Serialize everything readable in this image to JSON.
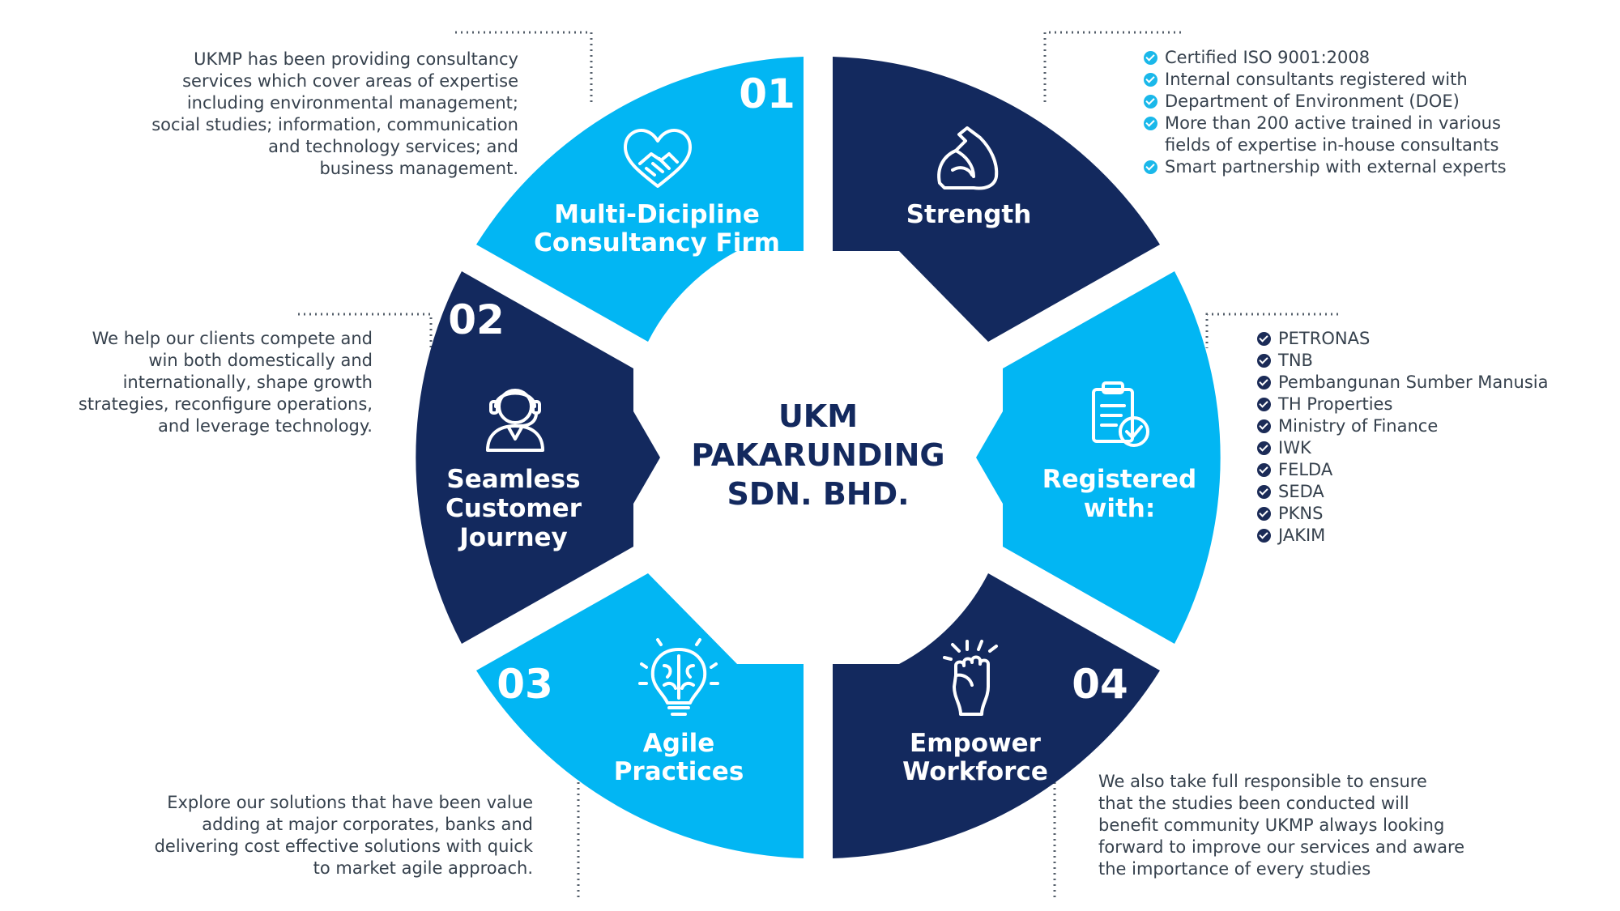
{
  "center": {
    "line1": "UKM",
    "line2": "PAKARUNDING",
    "line3": "SDN. BHD."
  },
  "colors": {
    "cyan": "#02b6f3",
    "navy": "#13295e",
    "center_text": "#13295e"
  },
  "segments": {
    "multi": {
      "number": "01",
      "title_line1": "Multi-Dicipline",
      "title_line2": "Consultancy Firm",
      "icon": "handshake-heart-icon"
    },
    "strength": {
      "title": "Strength",
      "icon": "flexed-arm-icon"
    },
    "registered": {
      "title_line1": "Registered",
      "title_line2": "with:",
      "icon": "clipboard-check-icon"
    },
    "empower": {
      "number": "04",
      "title_line1": "Empower",
      "title_line2": "Workforce",
      "icon": "raised-fist-icon"
    },
    "agile": {
      "number": "03",
      "title_line1": "Agile",
      "title_line2": "Practices",
      "icon": "brain-lightbulb-icon"
    },
    "seamless": {
      "number": "02",
      "title_line1": "Seamless",
      "title_line2": "Customer",
      "title_line3": "Journey",
      "icon": "headset-agent-icon"
    }
  },
  "descriptions": {
    "multi": [
      "UKMP has been providing consultancy",
      "services which cover areas of expertise",
      "including environmental management;",
      "social studies; information, communication",
      "and technology services; and",
      "business management."
    ],
    "seamless": [
      "We help our clients compete and",
      "win both domestically and",
      "internationally, shape growth",
      "strategies, reconfigure operations,",
      "and leverage technology."
    ],
    "agile": [
      "Explore our solutions that have been value",
      "adding at major corporates, banks and",
      "delivering cost effective solutions with quick",
      "to market agile approach."
    ],
    "empower": [
      "We also take full responsible to ensure",
      "that the studies been conducted will",
      "benefit community UKMP always looking",
      "forward to improve our services and aware",
      "the importance of every studies"
    ]
  },
  "strength_list": [
    "Certified ISO 9001:2008",
    "Internal consultants registered with",
    "Department of Environment (DOE)",
    "More than 200 active trained in various",
    "fields of expertise in-house consultants",
    "Smart partnership with external experts"
  ],
  "registered_list": [
    "PETRONAS",
    "TNB",
    "Pembangunan Sumber Manusia",
    "TH Properties",
    "Ministry of Finance",
    "IWK",
    "FELDA",
    "SEDA",
    "PKNS",
    "JAKIM"
  ]
}
